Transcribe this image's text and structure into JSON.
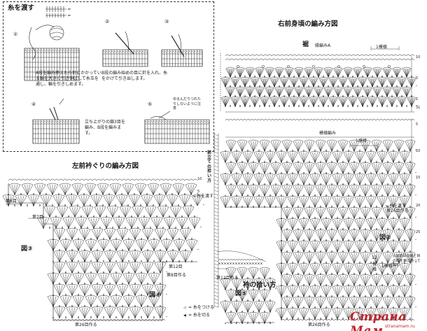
{
  "howto": {
    "title": "糸を渡す",
    "steps": [
      {
        "num": "①",
        "text": "A段を編み終えたら針にかかっている輪を大きく引き伸ばして糸玉を通し、輪を引きしめます。"
      },
      {
        "num": "②",
        "text": "B段の編み始めの目に針を入れ、糸をかけて引き出します。"
      },
      {
        "num": "③",
        "text": ""
      },
      {
        "num": "④",
        "text": "立ち上がりの鎖3目を編み、B段を編みます。"
      },
      {
        "num": "⑤",
        "text": ""
      }
    ],
    "note_loose": "ゆるんだりつれたりしないように注意",
    "label_a": "A段",
    "label_b": "B段"
  },
  "right_chart": {
    "title": "右前身頃の編み方図",
    "hem_label": "裾",
    "edge_label": "縁編みA",
    "pattern_label": "模様編み",
    "repeat_label": "1模様",
    "repeat_label_top": "1模様",
    "pick_up_label": "前立ての拾い方",
    "end_label": "←糸を渡す",
    "row16_label": "第16目作る",
    "figure_label": "図②",
    "note_side": "◎は前段の目と目の間を束に拾って編む",
    "side_nums": [
      "12",
      "模",
      "様"
    ],
    "side_repeat": "1模様",
    "row_nums": [
      "10",
      "5",
      "1",
      "5",
      "10",
      "15",
      "20",
      "25",
      "31"
    ],
    "bottom_label": "第26目作る"
  },
  "left_chart": {
    "title": "左前衿ぐりの編み方図",
    "row6_label": "第6目",
    "row7_label": "第7目",
    "row12_label": "第12目",
    "row8_label": "第8目作る",
    "row_end_labels": [
      "10",
      "5"
    ],
    "figure3": "図③",
    "figure4": "図④",
    "bottom_label": "第26目作る",
    "pass_yarn": "←糸を渡す"
  },
  "collar": {
    "title": "衿の拾い方",
    "figure5": "図⑤",
    "row12_label": "第12目作る"
  },
  "legend": {
    "attach": "= 糸をつける",
    "cut": "= 糸を切る"
  },
  "watermark": {
    "text": "Страна Мам",
    "url": "stranamam.ru"
  },
  "colors": {
    "ink": "#1a1a1a",
    "watermark": "#c0232c"
  }
}
